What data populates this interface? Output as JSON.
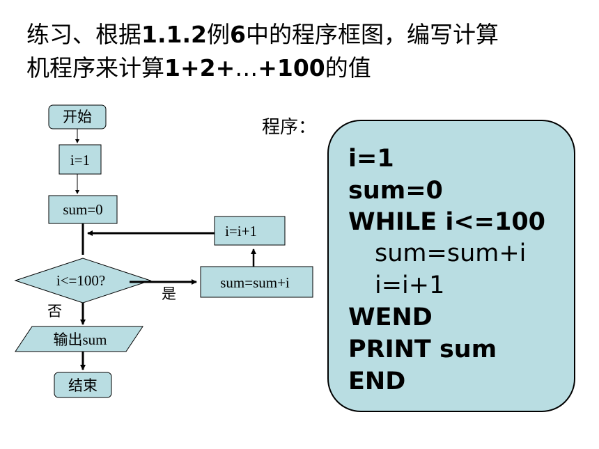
{
  "title": {
    "line1_a": "练习、根据",
    "line1_b": "1.1.2",
    "line1_c": "例",
    "line1_d": "6",
    "line1_e": "中的程序框图，编写计算",
    "line2_a": "机程序来计算",
    "line2_b": "1+2+",
    "line2_c": "…",
    "line2_d": "+100",
    "line2_e": "的值"
  },
  "program_label": "程序：",
  "code": [
    "i=1",
    "sum=0",
    "WHILE i<=100",
    "sum=sum+i",
    "i=i+1",
    "WEND",
    "PRINT sum",
    "END"
  ],
  "flow": {
    "start": "开始",
    "init_i": "i=1",
    "init_sum": "sum=0",
    "condition": "i<=100?",
    "body_sum": "sum=sum+i",
    "body_inc": "i=i+1",
    "output": "输出sum",
    "end": "结束",
    "yes_label": "是",
    "no_label": "否"
  },
  "colors": {
    "box_fill": "#b9dde2",
    "border": "#000000"
  }
}
